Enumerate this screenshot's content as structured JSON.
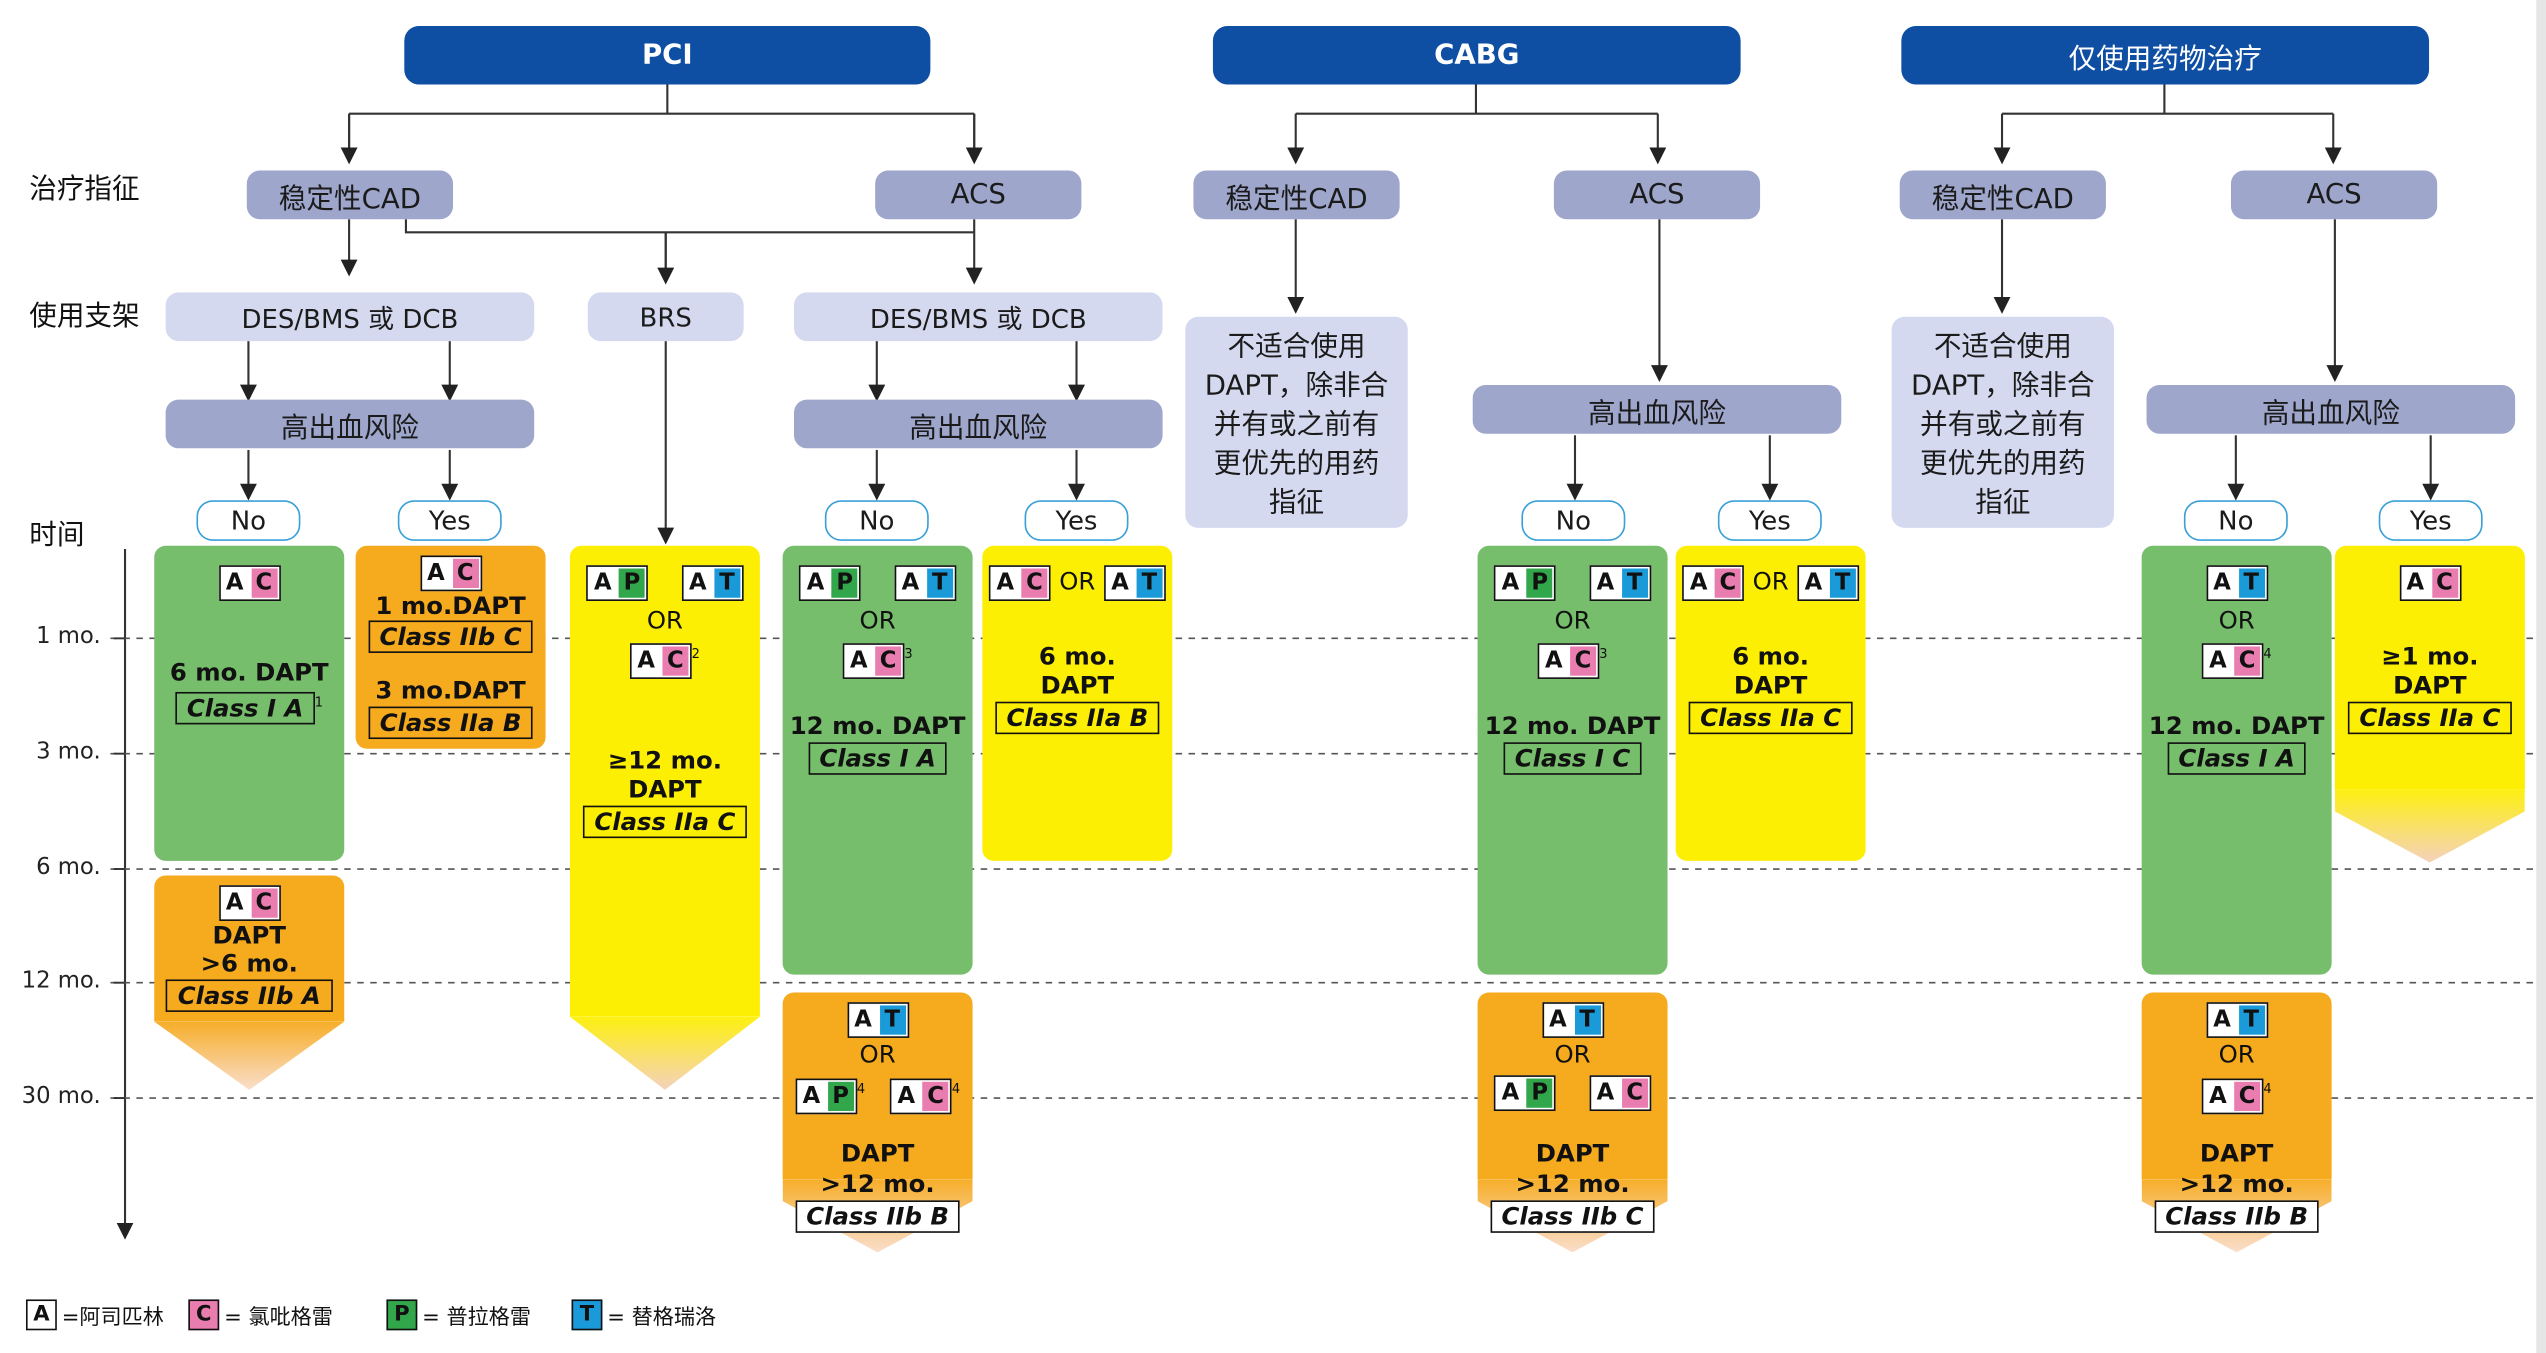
{
  "headers": {
    "pci": "PCI",
    "cabg": "CABG",
    "med": "仅使用药物治疗"
  },
  "row_labels": {
    "indication": "治疗指征",
    "stent": "使用支架",
    "time": "时间"
  },
  "indications": {
    "stable": "稳定性CAD",
    "acs": "ACS"
  },
  "stents": {
    "des": "DES/BMS 或 DCB",
    "brs": "BRS"
  },
  "bleeding_risk": "高出血风险",
  "no": "No",
  "yes": "Yes",
  "not_suitable": [
    "不适合使用",
    "DAPT，除非合",
    "并有或之前有",
    "更优先的用药",
    "指征"
  ],
  "time_ticks": [
    "1 mo.",
    "3 mo.",
    "6 mo.",
    "12 mo.",
    "30 mo."
  ],
  "drug_letters": {
    "a": "A",
    "c": "C",
    "p": "P",
    "t": "T"
  },
  "or": "OR",
  "sup": {
    "n1": "1",
    "n2": "2",
    "n3": "3",
    "n4": "4"
  },
  "boxes": {
    "pci_stable_no": {
      "text": "6 mo. DAPT",
      "cls": "Class I A"
    },
    "pci_stable_yes_1": {
      "text": "1 mo.DAPT",
      "cls": "Class IIb C"
    },
    "pci_stable_yes_3": {
      "text": "3 mo.DAPT",
      "cls": "Class IIa B"
    },
    "pci_stable_long": {
      "l1": "DAPT",
      "l2": ">6 mo.",
      "cls": "Class IIb A"
    },
    "brs": {
      "l1": "≥12 mo.",
      "l2": "DAPT",
      "cls": "Class IIa C"
    },
    "pci_acs_no": {
      "text": "12 mo. DAPT",
      "cls": "Class I A"
    },
    "pci_acs_yes": {
      "l1": "6 mo.",
      "l2": "DAPT",
      "cls": "Class IIa B"
    },
    "pci_acs_long": {
      "l1": "DAPT",
      "l2": ">12 mo.",
      "cls": "Class IIb B"
    },
    "cabg_acs_no": {
      "text": "12 mo. DAPT",
      "cls": "Class I C"
    },
    "cabg_acs_yes": {
      "l1": "6 mo.",
      "l2": "DAPT",
      "cls": "Class IIa C"
    },
    "cabg_acs_long": {
      "l1": "DAPT",
      "l2": ">12 mo.",
      "cls": "Class IIb C"
    },
    "med_acs_no": {
      "text": "12 mo. DAPT",
      "cls": "Class I A"
    },
    "med_acs_yes": {
      "l1": "≥1 mo.",
      "l2": "DAPT",
      "cls": "Class IIa C"
    },
    "med_acs_long": {
      "l1": "DAPT",
      "l2": ">12 mo.",
      "cls": "Class IIb B"
    }
  },
  "legend": {
    "a": "=阿司匹林",
    "c": "=  氯吡格雷",
    "p": "= 普拉格雷",
    "t": "= 替格瑞洛"
  },
  "colors": {
    "header": "#0e4ea3",
    "green": "#76bd6c",
    "orange": "#f6aa1e",
    "yellow": "#fdef04",
    "clopidogrel": "#e97db0",
    "prasugrel": "#32a64a",
    "ticagrelor": "#1a9ad8"
  }
}
